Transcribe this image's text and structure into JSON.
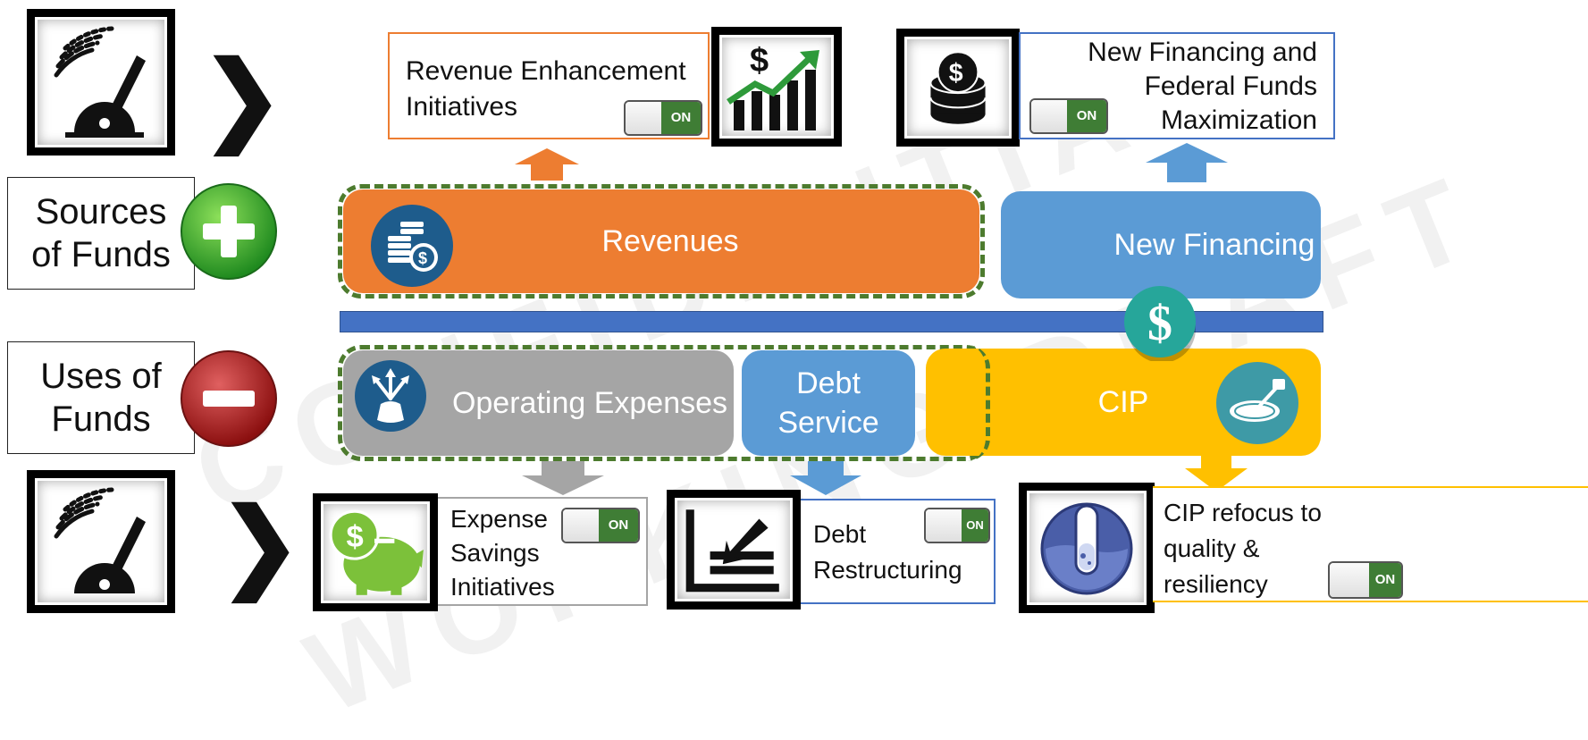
{
  "watermark": {
    "line1": "CONFIDENTIAL",
    "line2": "WORKING DRAFT"
  },
  "labels": {
    "sources": "Sources\nof Funds",
    "uses": "Uses of\nFunds"
  },
  "bands": {
    "revenues": "Revenues",
    "new_financing": "New Financing",
    "operating_expenses": "Operating Expenses",
    "debt_service": "Debt\nService",
    "cip": "CIP"
  },
  "levers": {
    "revenue": {
      "title": "Revenue Enhancement\nInitiatives",
      "toggle": "ON"
    },
    "financing": {
      "title": "New Financing and\nFederal Funds\nMaximization",
      "toggle": "ON"
    },
    "expense": {
      "title": "Expense\nSavings\nInitiatives",
      "toggle": "ON"
    },
    "debt": {
      "title": "Debt\nRestructuring",
      "toggle": "ON"
    },
    "cip": {
      "title": "CIP refocus to\nquality &\nresiliency",
      "toggle": "ON"
    }
  },
  "glyphs": {
    "chevron": "❯",
    "dollar": "$"
  },
  "colors": {
    "orange": "#ed7d31",
    "light_blue": "#5b9bd5",
    "gray": "#a5a5a5",
    "gold": "#ffc000",
    "dark_blue": "#4472c4",
    "green_dash": "#4d7b2e",
    "toggle_green": "#3f7d35"
  },
  "icons": [
    "gauge-icon",
    "plus-icon",
    "minus-icon",
    "coins-icon",
    "dollar-chart-icon",
    "coin-stack-icon",
    "funnel-bag-icon",
    "cip-disc-icon",
    "dollar-circle-icon",
    "piggy-bank-icon",
    "restructure-arrow-icon",
    "test-tube-icon",
    "chevron-right-icon"
  ]
}
